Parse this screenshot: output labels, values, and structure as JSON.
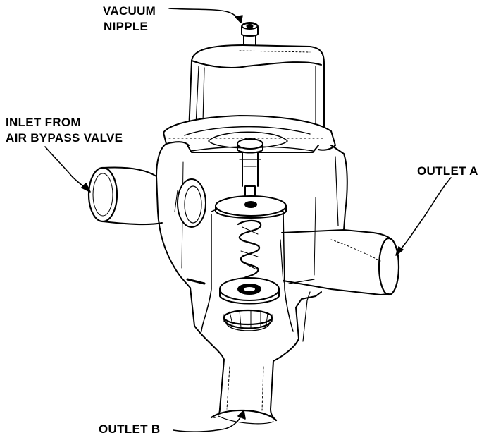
{
  "labels": {
    "vacuum_line1": "VACUUM",
    "vacuum_line2": "NIPPLE",
    "inlet_line1": "INLET FROM",
    "inlet_line2": "AIR BYPASS VALVE",
    "outlet_a": "OUTLET A",
    "outlet_b": "OUTLET B"
  },
  "colors": {
    "ink": "#000000",
    "paper": "#ffffff"
  }
}
